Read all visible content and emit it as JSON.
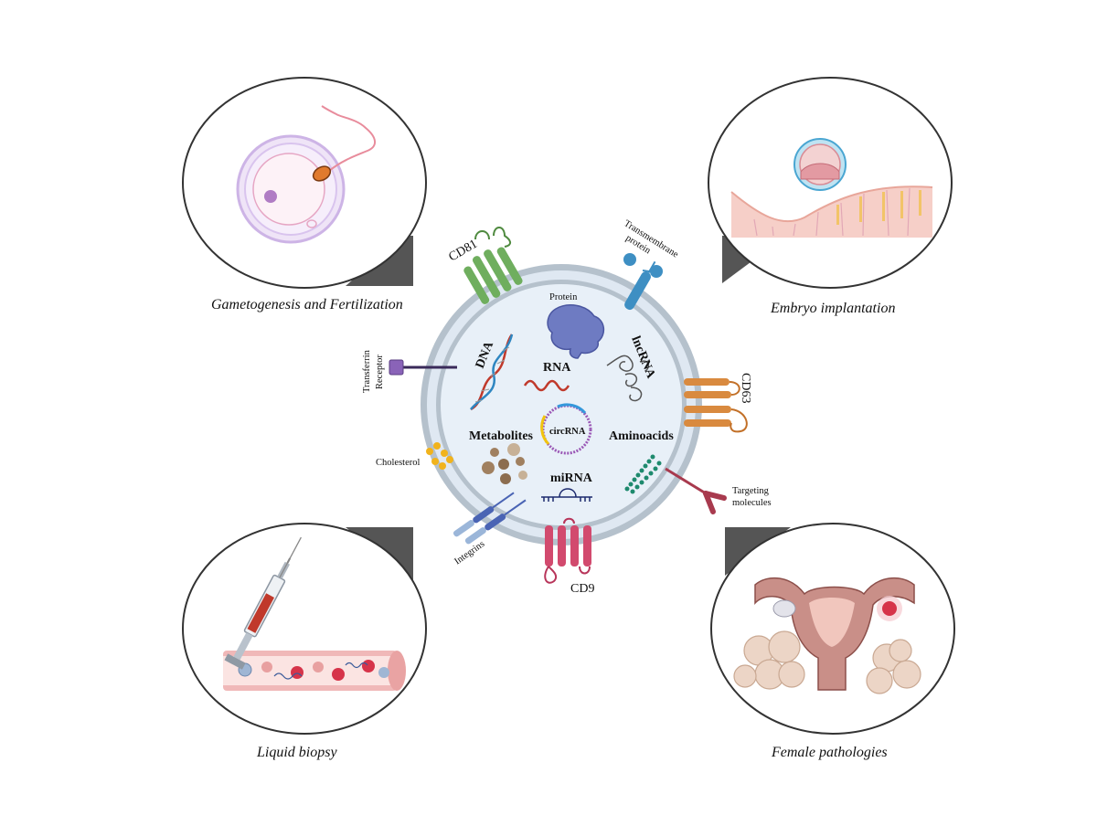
{
  "panels": {
    "top_left": "Gametogenesis and Fertilization",
    "top_right": "Embryo implantation",
    "bottom_left": "Liquid biopsy",
    "bottom_right": "Female pathologies"
  },
  "cargo": {
    "protein": "Protein",
    "dna": "DNA",
    "rna": "RNA",
    "lncrna": "lncRNA",
    "circrna": "circRNA",
    "metabolites": "Metabolites",
    "aminoacids": "Aminoacids",
    "mirna": "miRNA"
  },
  "surface": {
    "cd81": "CD81",
    "cd63": "CD63",
    "cd9": "CD9",
    "transmembrane_line1": "Transmembrane",
    "transmembrane_line2": "protein",
    "transferrin_line1": "Transferrin",
    "transferrin_line2": "Receptor",
    "cholesterol": "Cholesterol",
    "integrins": "Integrins",
    "targeting_line1": "Targeting",
    "targeting_line2": "molecules"
  },
  "colors": {
    "membrane": "#b5c1cc",
    "lumen": "#e8f0f8",
    "cd81": "#6fae5e",
    "cd63": "#d98a3f",
    "cd9": "#d24a6e",
    "transmembrane": "#3e8fc3",
    "transferrin": "#6a4a96",
    "integrin": "#4a64b4",
    "targeting": "#a83a4e"
  }
}
